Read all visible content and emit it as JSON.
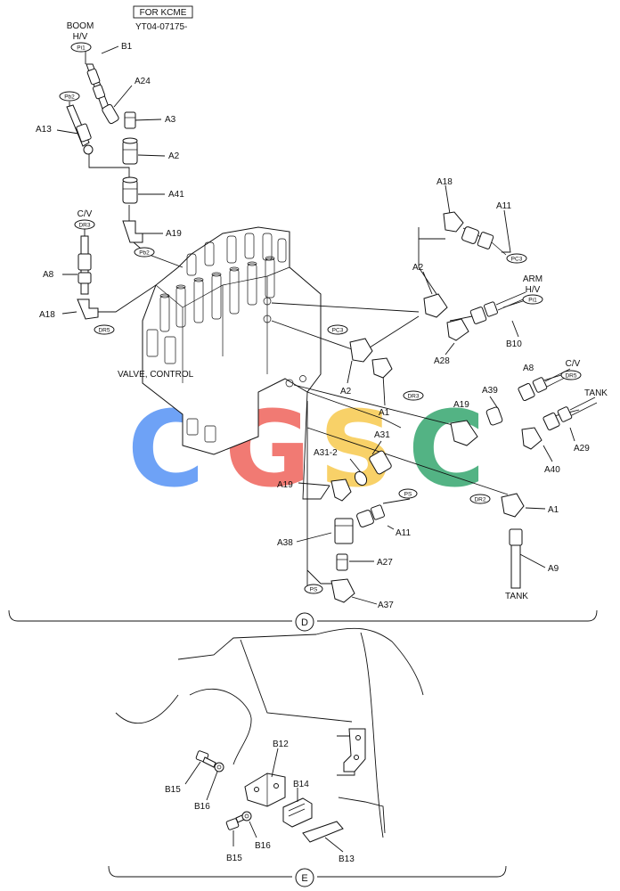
{
  "header": {
    "for_box": "FOR KCME",
    "serial": "YT04-07175-"
  },
  "sections": {
    "d": "D",
    "e": "E"
  },
  "valve_label": "VALVE, CONTROL",
  "port_labels": {
    "boom_hv_title": "BOOM",
    "boom_hv_sub": "H/V",
    "cv_left": "C/V",
    "arm_hv_title": "ARM",
    "arm_hv_sub": "H/V",
    "cv_right": "C/V",
    "tank_right": "TANK",
    "tank_bottom": "TANK"
  },
  "tags": {
    "pi1_top": "Pi1",
    "pb2_top": "Pb2",
    "dr3_left": "DR3",
    "pb2_mid": "Pb2",
    "dr5_left": "DR5",
    "pc3_top": "PC3",
    "pi1_arm": "Pi1",
    "pc3_mid": "PC3",
    "dr3_mid": "DR3",
    "dr5_right": "DR5",
    "ps_mid": "PS",
    "dr2": "DR2",
    "ps_low": "PS"
  },
  "parts": {
    "b1": "B1",
    "a24": "A24",
    "a3": "A3",
    "a13": "A13",
    "a2_top": "A2",
    "a41": "A41",
    "a19_top": "A19",
    "a8_left": "A8",
    "a18_left": "A18",
    "a18_right": "A18",
    "a11_top": "A11",
    "a2_right": "A2",
    "b10": "B10",
    "a28": "A28",
    "a2_mid": "A2",
    "a1_mid": "A1",
    "a8_right": "A8",
    "a39": "A39",
    "a19_right": "A19",
    "a29": "A29",
    "a40": "A40",
    "a31": "A31",
    "a31_2": "A31-2",
    "a19_low": "A19",
    "a1_right": "A1",
    "a38": "A38",
    "a11_low": "A11",
    "a27": "A27",
    "a9": "A9",
    "a37": "A37",
    "b12": "B12",
    "b14": "B14",
    "b15_top": "B15",
    "b16_top": "B16",
    "b15_bot": "B15",
    "b16_bot": "B16",
    "b13": "B13"
  },
  "watermark": {
    "letters": [
      "C",
      "G",
      "S",
      "C"
    ],
    "colors": [
      "#4f8ef5",
      "#ee5d55",
      "#f7c747",
      "#2ea36a"
    ]
  }
}
